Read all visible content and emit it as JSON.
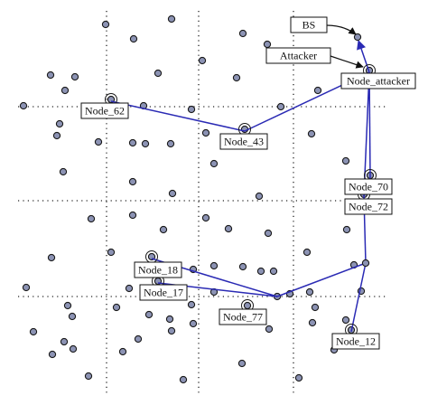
{
  "diagram": {
    "labels": {
      "bs": "BS",
      "attacker": "Attacker",
      "node_attacker": "Node_attacker",
      "node_62": "Node_62",
      "node_43": "Node_43",
      "node_70": "Node_70",
      "node_72": "Node_72",
      "node_18": "Node_18",
      "node_17": "Node_17",
      "node_77": "Node_77",
      "node_12": "Node_12"
    },
    "colors": {
      "node_fill": "#8c93b4",
      "node_stroke": "#1a1a1a",
      "route": "#2a2ab4"
    }
  }
}
